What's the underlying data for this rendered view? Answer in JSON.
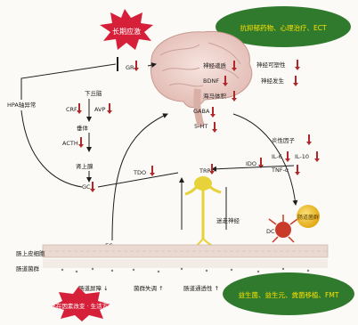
{
  "stress_burst": "长期应激",
  "bottom_burst": "外在因素改变 · 生活方式",
  "top_right_oval": "抗抑郁药物、心理治疗、ECT",
  "bottom_right_oval": "益生菌、益生元、粪菌移植、FMT",
  "hpa_axis": "HPA轴异常",
  "gr": "GR",
  "hypothalamus": "下丘脑",
  "crf": "CRF",
  "avp": "AVP",
  "pituitary": "垂体",
  "acth": "ACTH",
  "adrenal": "肾上腺",
  "gc": "GC",
  "brain_labels": [
    "神经递质",
    "BDNF",
    "海马体积",
    "GABA",
    "5-HT"
  ],
  "neuro_right": [
    "神经可塑性",
    "神经发生"
  ],
  "inflammation": [
    "炎性因子",
    "IL-6",
    "IL-10",
    "TNF-α"
  ],
  "tdo": "TDO",
  "ido": "IDO",
  "trp": "TRP",
  "vagus": "迷走神经",
  "ec": "EC",
  "dc": "DC",
  "microbiota_label": "肠道菌群",
  "gut_epithelium": "肠上皮细胞",
  "gut_flora": "肠道菌群",
  "bottom_items": [
    "肠道屏障 ↓",
    "菌群失调 ↑",
    "肠道通透性 ↑"
  ],
  "colors": {
    "arrow_red": "#b0282a",
    "arrow_dark": "#1e1e1e",
    "oval_green": "#2f7a2c",
    "burst_red": "#d6203a",
    "neuron_yellow": "#e7d23a",
    "bacteria_yellow": "#f1c52a"
  },
  "icons": [
    "brain-icon",
    "neuron-icon",
    "dendritic-cell-icon",
    "bacteria-icon",
    "gut-wall-icon"
  ]
}
